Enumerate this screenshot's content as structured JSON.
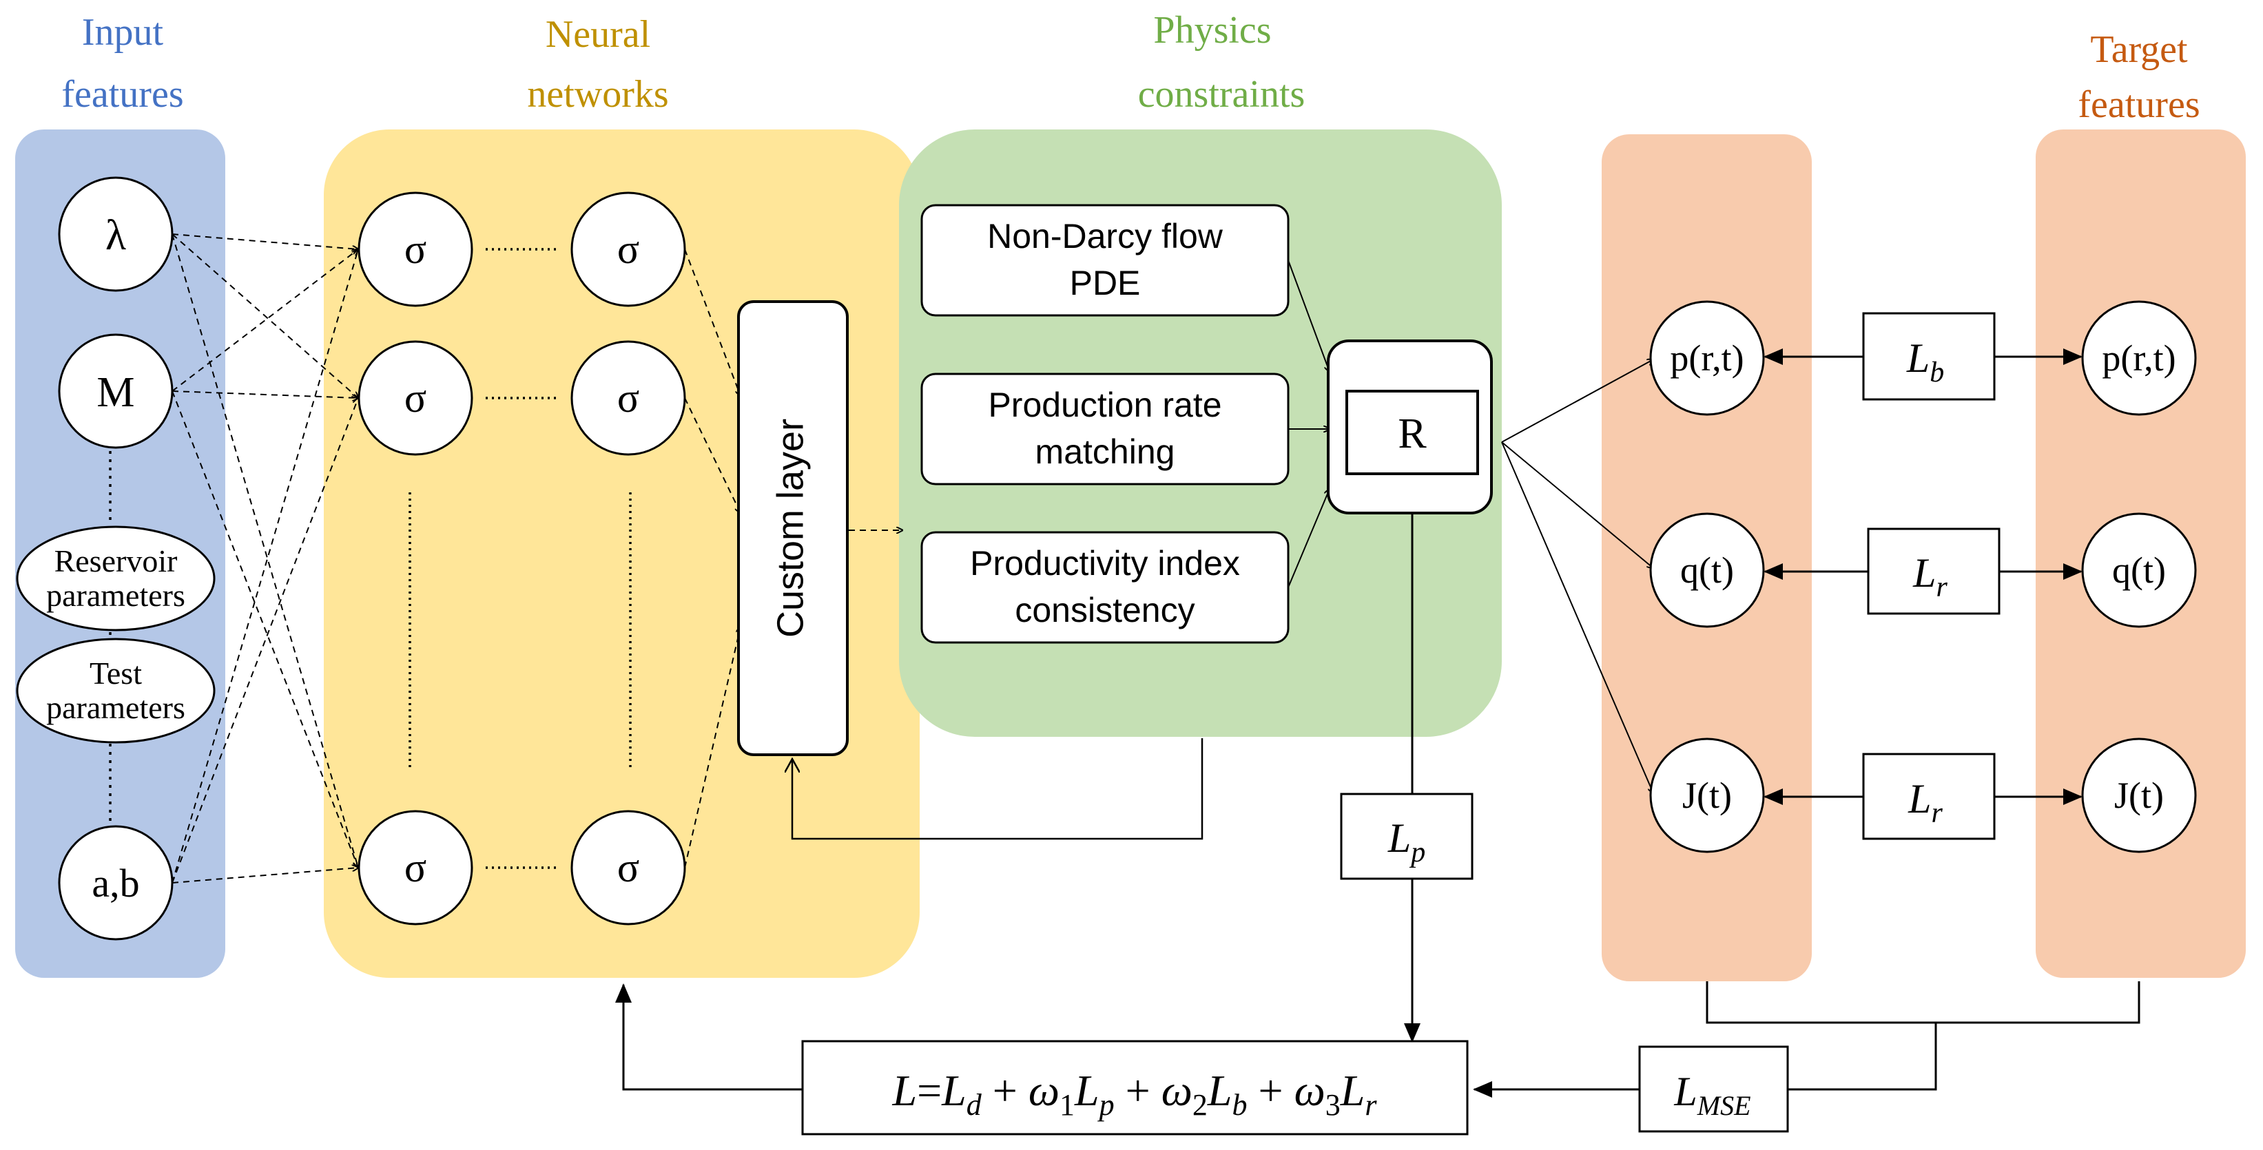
{
  "colors": {
    "input_panel": "#b4c7e7",
    "nn_panel": "#ffe699",
    "physics_panel": "#c5e0b4",
    "target_panel": "#f8cbad",
    "input_title": "#4472c4",
    "nn_title": "#bf9000",
    "physics_title": "#70ad47",
    "target_title": "#c55a11"
  },
  "titles": {
    "input": [
      "Input",
      "features"
    ],
    "nn": [
      "Neural",
      "networks"
    ],
    "physics": [
      "Physics",
      "constraints"
    ],
    "target": [
      "Target",
      "features"
    ]
  },
  "inputs": {
    "lambda": "λ",
    "m": "M",
    "reservoir": [
      "Reservoir",
      "parameters"
    ],
    "test": [
      "Test",
      "parameters"
    ],
    "ab": "a,b"
  },
  "neuron": "σ",
  "custom_layer": "Custom layer",
  "physics": {
    "pde": [
      "Non-Darcy flow",
      "PDE"
    ],
    "rate": [
      "Production rate",
      "matching"
    ],
    "pi": [
      "Productivity index",
      "consistency"
    ],
    "residual": "R"
  },
  "targets": {
    "p": "p(r,t)",
    "q": "q(t)",
    "j": "J(t)"
  },
  "losses": {
    "lb": {
      "base": "L",
      "sub": "b"
    },
    "lr1": {
      "base": "L",
      "sub": "r"
    },
    "lr2": {
      "base": "L",
      "sub": "r"
    },
    "lp": {
      "base": "L",
      "sub": "p"
    },
    "lmse": {
      "base": "L",
      "sub": "MSE"
    }
  },
  "equation": {
    "l": "L",
    "eq": "=",
    "ld_base": "L",
    "ld_sub": "d",
    "plus": " + ",
    "w1": "ω",
    "w1_sub": "1",
    "t1_base": "L",
    "t1_sub": "p",
    "w2": "ω",
    "w2_sub": "2",
    "t2_base": "L",
    "t2_sub": "b",
    "w3": "ω",
    "w3_sub": "3",
    "t3_base": "L",
    "t3_sub": "r"
  }
}
